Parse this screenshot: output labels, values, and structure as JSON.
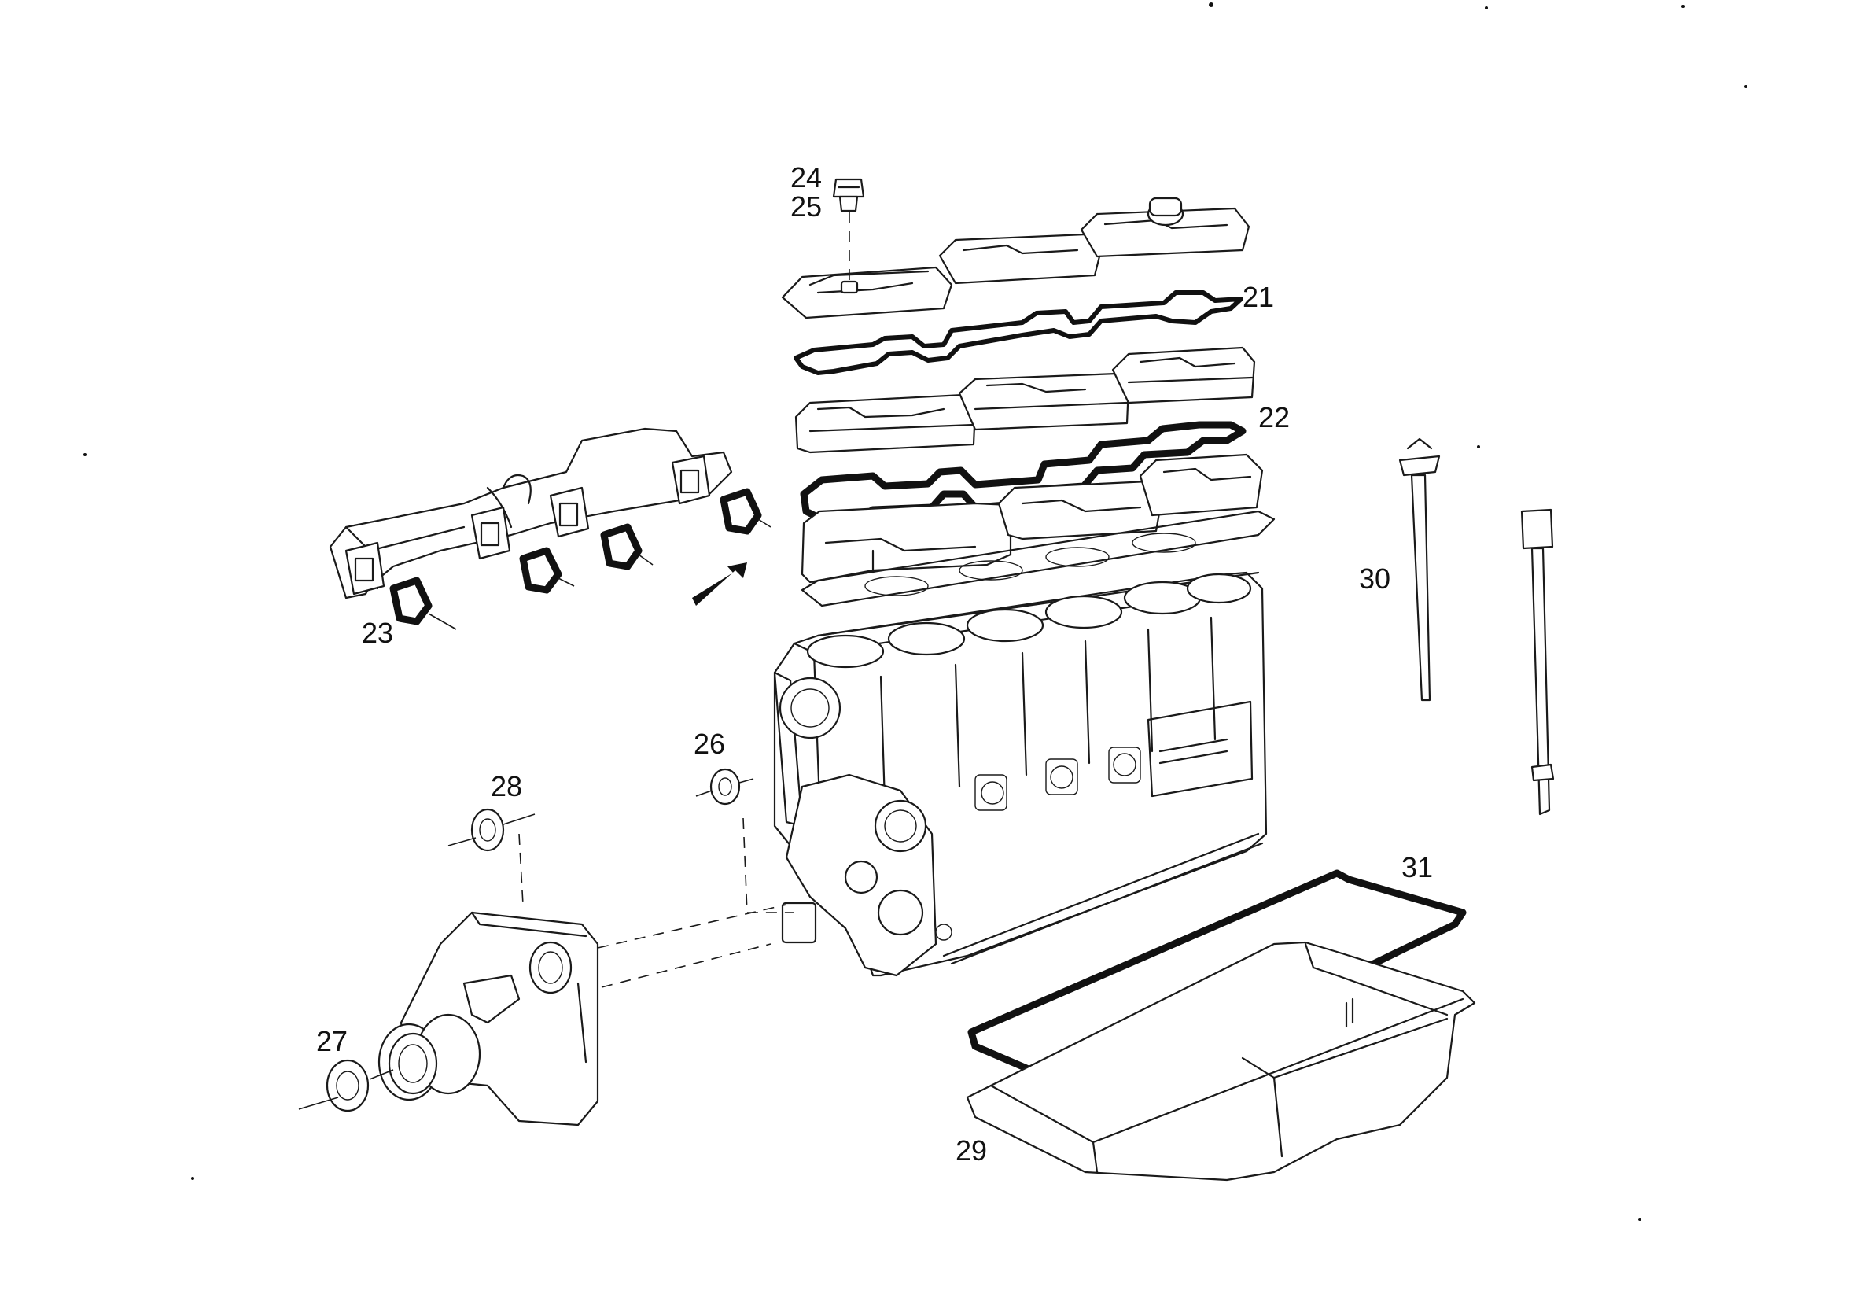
{
  "diagram": {
    "callouts": [
      {
        "id": "21",
        "label": "21"
      },
      {
        "id": "22",
        "label": "22"
      },
      {
        "id": "23",
        "label": "23"
      },
      {
        "id": "24",
        "label": "24"
      },
      {
        "id": "25",
        "label": "25"
      },
      {
        "id": "26",
        "label": "26"
      },
      {
        "id": "27",
        "label": "27"
      },
      {
        "id": "28",
        "label": "28"
      },
      {
        "id": "29",
        "label": "29"
      },
      {
        "id": "30",
        "label": "30"
      },
      {
        "id": "31",
        "label": "31"
      }
    ],
    "colors": {
      "ink": "#111111",
      "paper": "#ffffff"
    }
  }
}
